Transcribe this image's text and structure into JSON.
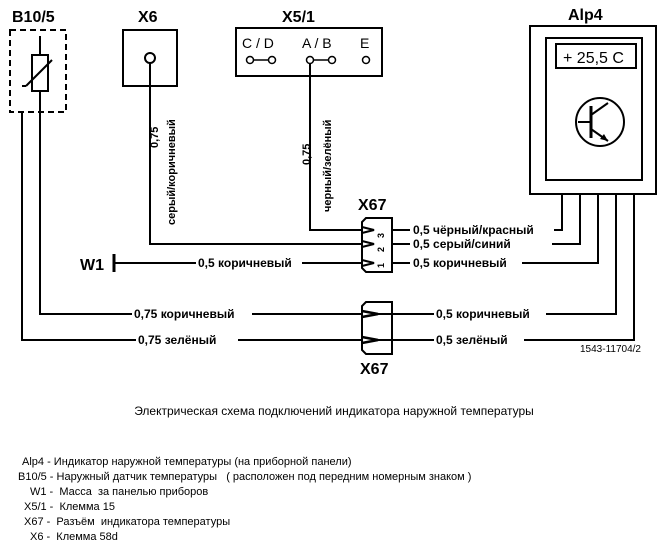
{
  "components": {
    "b10_5": "B10/5",
    "x6": "X6",
    "x5_1": "X5/1",
    "alp4": "Alp4",
    "w1": "W1",
    "x67_top": "X67",
    "x67_bottom": "X67"
  },
  "x5_1_terminals": [
    "C / D",
    "A / B",
    "E"
  ],
  "display_value": "+ 25,5 C",
  "connector_pins": [
    "3",
    "2",
    "1"
  ],
  "vertical_wires": {
    "x6_gauge": "0,75",
    "x6_color": "серый/коричневый",
    "x5_gauge": "0,75",
    "x5_color": "черный/зелёный"
  },
  "wire_labels": {
    "w1_left": "0,5 коричневый",
    "right_1": "0,5 чёрный/красный",
    "right_2": "0,5 серый/синий",
    "right_3": "0,5 коричневый",
    "lower_left_1": "0,75 коричневый",
    "lower_left_2": "0,75 зелёный",
    "lower_right_1": "0,5 коричневый",
    "lower_right_2": "0,5 зелёный"
  },
  "figure_code": "1543-11704/2",
  "caption": "Электрическая схема подключений индикатора наружной температуры",
  "legend": [
    "Alp4 - Индикатор наружной температуры (на приборной панели)",
    "B10/5 - Наружный датчик температуры   ( расположен под передним номерным знаком )",
    "W1 -  Масса  за панелью приборов",
    "X5/1 -  Клемма 15",
    "X67 -  Разъём  индикатора температуры",
    "X6 -  Клемма 58d"
  ]
}
